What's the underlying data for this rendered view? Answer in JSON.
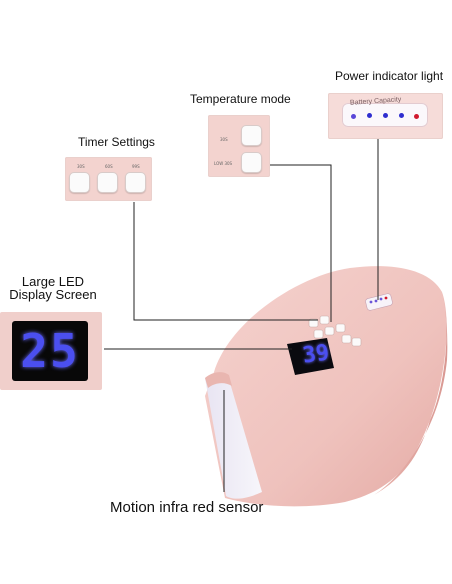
{
  "labels": {
    "power_indicator": "Power indicator light",
    "temperature_mode": "Temperature mode",
    "timer_settings": "Timer Settings",
    "led_line1": "Large LED",
    "led_line2": "Display Screen",
    "sensor": "Motion infra red sensor"
  },
  "timer_buttons": [
    "30S",
    "60S",
    "99S"
  ],
  "temperature_buttons": [
    "30S",
    "LOW 30S"
  ],
  "battery": {
    "label": "Battery Capacity",
    "indicator_count": 5
  },
  "led_display": {
    "value": "25"
  },
  "device_screen": {
    "value": "39"
  },
  "colors": {
    "pink": "#f3d3cf",
    "device_pink": "#f2c9c5",
    "led_blue": "#4b4ff0",
    "battery_red": "#d0192e"
  }
}
